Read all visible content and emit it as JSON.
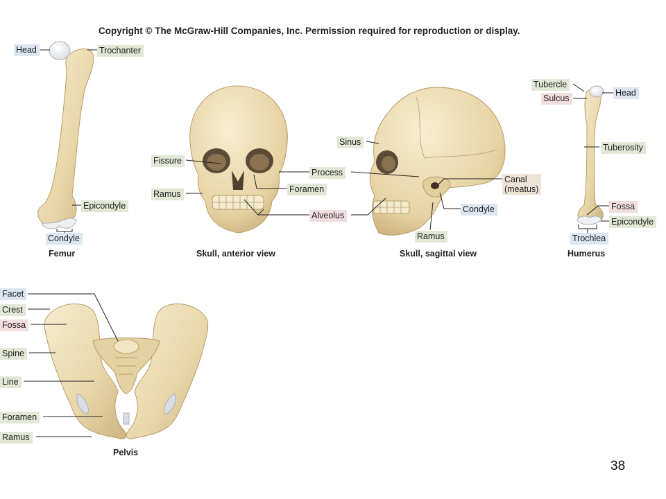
{
  "header": {
    "copyright": "Copyright © The McGraw-Hill Companies, Inc. Permission required for reproduction or display."
  },
  "colors": {
    "bone": "#ecdcb4",
    "bone_shadow": "#c9b07c",
    "label_green": "#e1e8d5",
    "label_blue": "#dbe6f1",
    "label_pink": "#f1dede",
    "leader_line": "#222222"
  },
  "femur": {
    "title": "Femur",
    "labels": {
      "head": "Head",
      "trochanter": "Trochanter",
      "epicondyle": "Epicondyle",
      "condyle": "Condyle"
    }
  },
  "skull_anterior": {
    "title": "Skull, anterior view",
    "labels": {
      "fissure": "Fissure",
      "ramus": "Ramus",
      "process": "Process",
      "foramen": "Foramen",
      "alveolus": "Alveolus"
    }
  },
  "skull_sagittal": {
    "title": "Skull, sagittal view",
    "labels": {
      "sinus": "Sinus",
      "canal": "Canal",
      "meatus": "(meatus)",
      "condyle": "Condyle",
      "ramus": "Ramus"
    }
  },
  "humerus": {
    "title": "Humerus",
    "labels": {
      "tubercle": "Tubercle",
      "head": "Head",
      "sulcus": "Sulcus",
      "tuberosity": "Tuberosity",
      "fossa": "Fossa",
      "epicondyle": "Epicondyle",
      "trochlea": "Trochlea"
    }
  },
  "pelvis": {
    "title": "Pelvis",
    "labels": {
      "facet": "Facet",
      "crest": "Crest",
      "fossa": "Fossa",
      "spine": "Spine",
      "line": "Line",
      "foramen": "Foramen",
      "ramus": "Ramus"
    }
  },
  "footer": {
    "page_number": "38"
  }
}
